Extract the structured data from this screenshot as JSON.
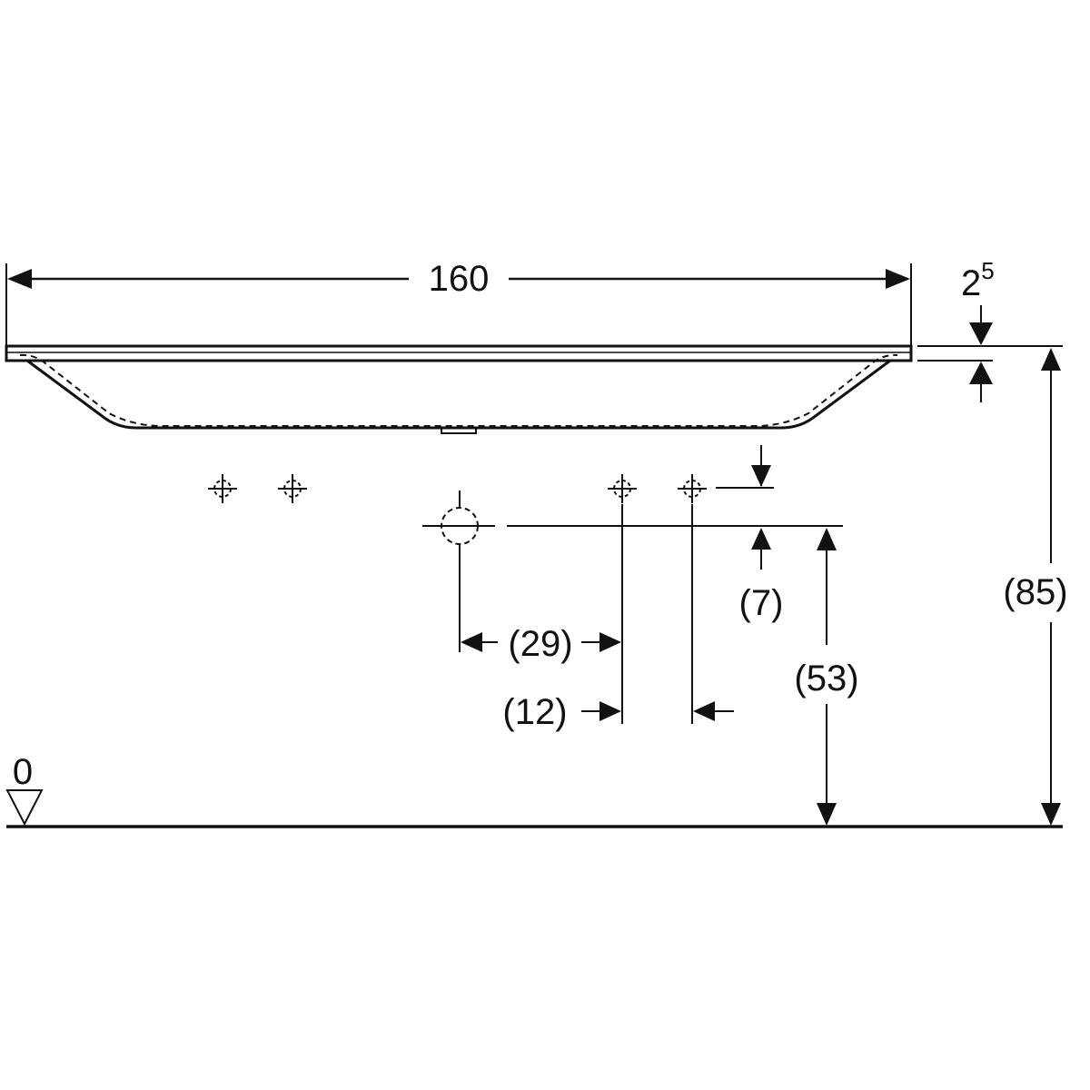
{
  "dimensions": {
    "overall_width": "160",
    "slab_thickness_base": "2",
    "slab_thickness_sup": "5",
    "total_height": "(85)",
    "tap_hole_height": "(53)",
    "tap_hole_offset": "(7)",
    "tap_spacing_center": "(29)",
    "tap_spacing_pair": "(12)",
    "floor_level": "0"
  },
  "colors": {
    "line": "#111111",
    "background": "#ffffff"
  }
}
